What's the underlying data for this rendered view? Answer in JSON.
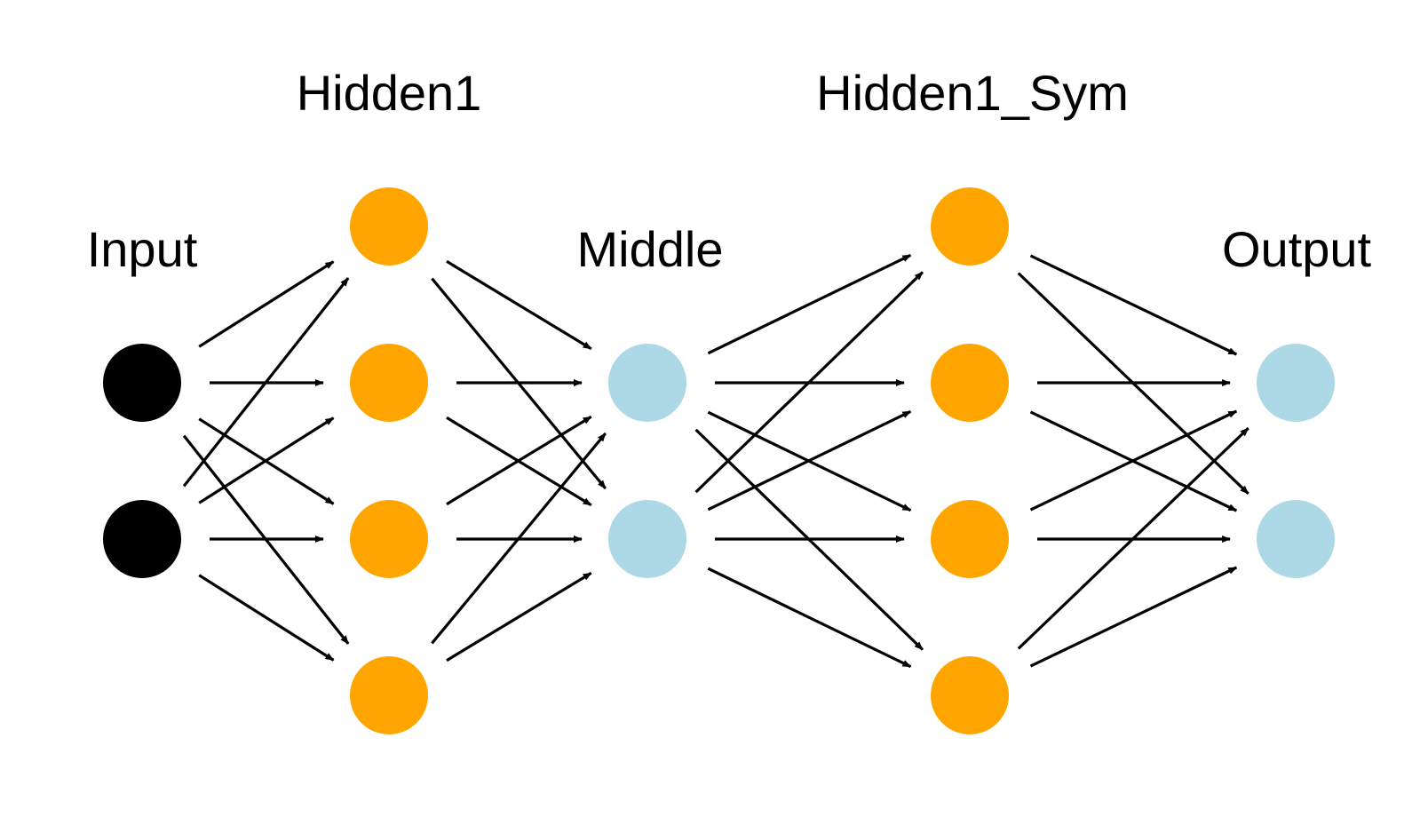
{
  "diagram": {
    "layers": [
      {
        "key": "input",
        "label": "Input",
        "units": 2
      },
      {
        "key": "hidden1",
        "label": "Hidden1",
        "units": 4
      },
      {
        "key": "middle",
        "label": "Middle",
        "units": 2
      },
      {
        "key": "hidden1s",
        "label": "Hidden1_Sym",
        "units": 4
      },
      {
        "key": "output",
        "label": "Output",
        "units": 2
      }
    ],
    "colors": {
      "input": "#000000",
      "hidden": "#FFA500",
      "middle": "#ADD8E6",
      "output": "#ADD8E6",
      "arrow": "#000000"
    },
    "connectivity": "fully-connected"
  }
}
